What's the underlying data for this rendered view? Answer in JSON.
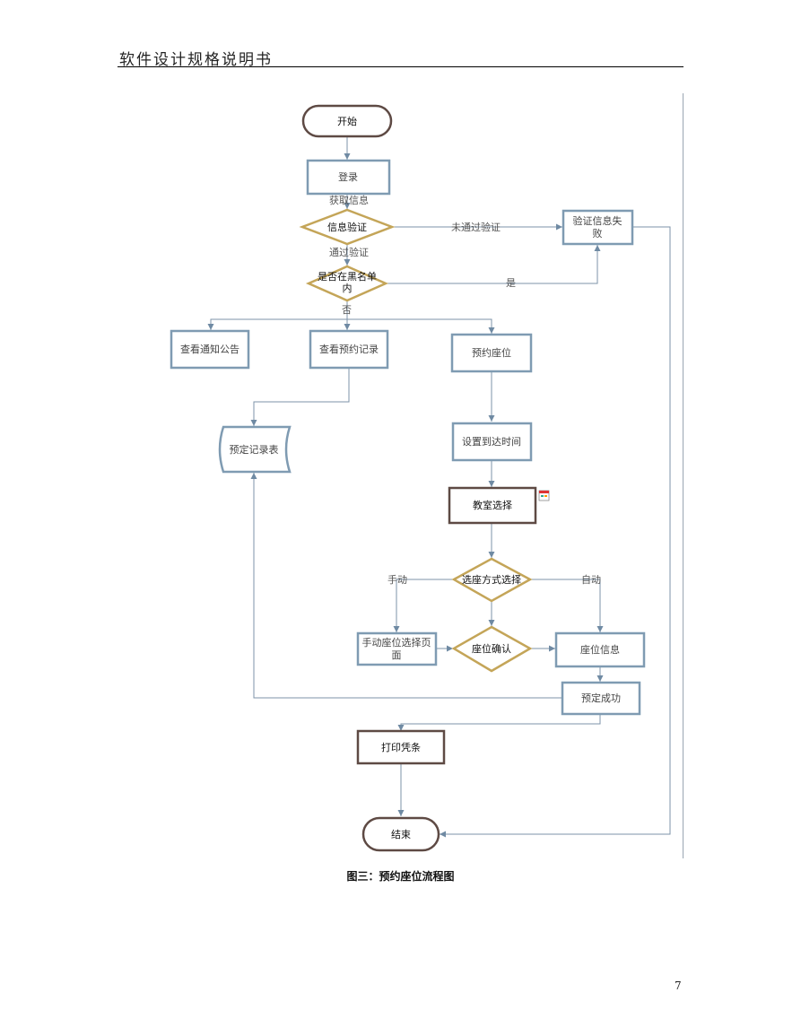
{
  "header": {
    "title": "软件设计规格说明书"
  },
  "caption": "图三：预约座位流程图",
  "page_number": "7",
  "colors": {
    "process_border": "#7f9bb2",
    "terminal_border": "#5e4a44",
    "decision_border": "#c4a558",
    "connector": "#6f8aa3"
  },
  "nodes": {
    "start": "开始",
    "login": "登录",
    "verify": "信息验证",
    "verify_fail_line1": "验证信息失",
    "verify_fail_line2": "败",
    "blacklist_line1": "是否在黑名单",
    "blacklist_line2": "内",
    "view_notice": "查看通知公告",
    "view_records": "查看预约记录",
    "reserve_seat": "预约座位",
    "record_table": "预定记录表",
    "set_arrival": "设置到达时间",
    "classroom_select": "教室选择",
    "select_mode": "选座方式选择",
    "manual_page_line1": "手动座位选择页",
    "manual_page_line2": "面",
    "seat_confirm": "座位确认",
    "seat_info": "座位信息",
    "reserve_success": "预定成功",
    "print_slip": "打印凭条",
    "end": "结束"
  },
  "edge_labels": {
    "get_info": "获取信息",
    "not_passed": "未通过验证",
    "passed": "通过验证",
    "yes": "是",
    "no": "否",
    "manual": "手动",
    "auto": "自动"
  }
}
